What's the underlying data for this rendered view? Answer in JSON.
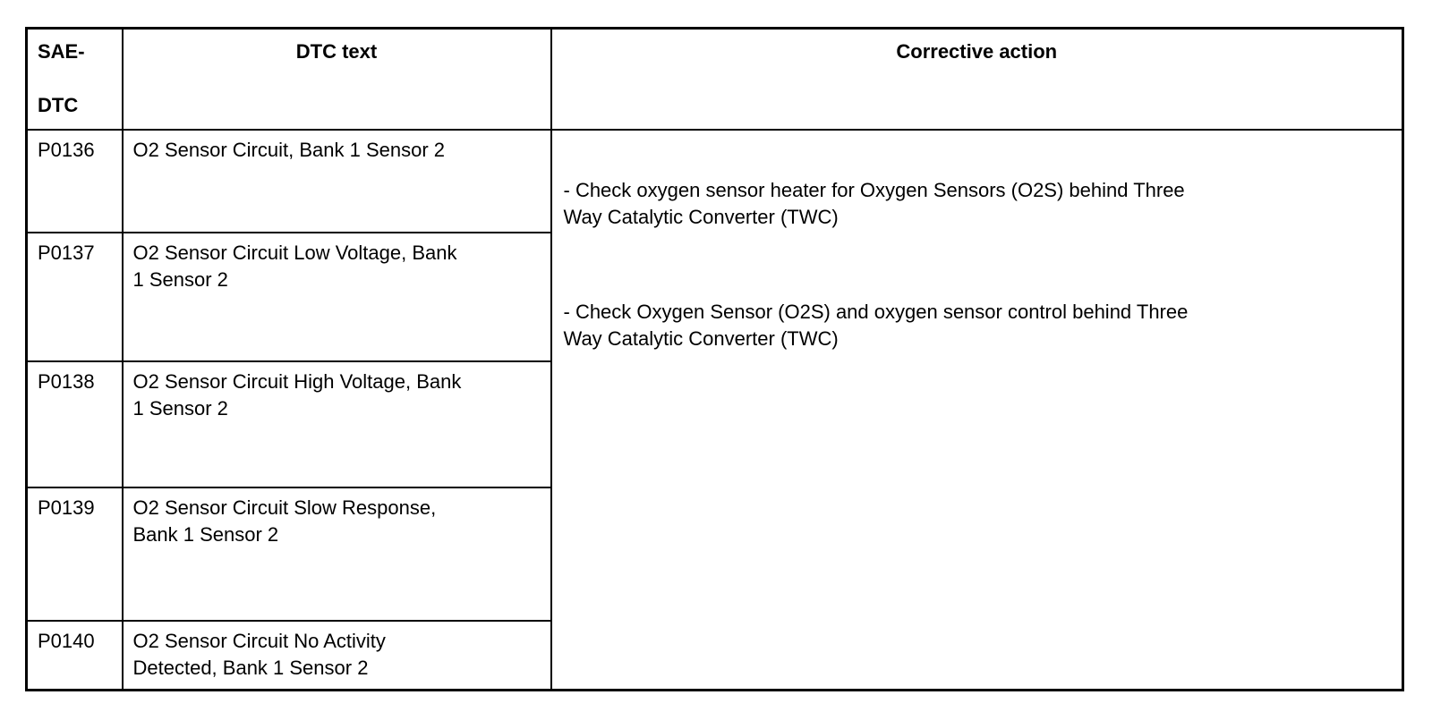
{
  "table": {
    "headers": {
      "sae_dtc": "SAE-\n\nDTC",
      "dtc_text": "DTC text",
      "corrective_action": "Corrective action"
    },
    "rows": [
      {
        "code": "P0136",
        "text": "O2 Sensor Circuit, Bank 1 Sensor 2"
      },
      {
        "code": "P0137",
        "text": "O2 Sensor Circuit Low Voltage, Bank\n1 Sensor 2"
      },
      {
        "code": "P0138",
        "text": "O2 Sensor Circuit High Voltage, Bank\n1 Sensor 2"
      },
      {
        "code": "P0139",
        "text": "O2 Sensor Circuit Slow Response,\nBank 1 Sensor 2"
      },
      {
        "code": "P0140",
        "text": "O2 Sensor Circuit No Activity\nDetected, Bank 1 Sensor 2"
      }
    ],
    "corrective_actions": [
      "- Check oxygen sensor heater for Oxygen Sensors (O2S) behind Three\nWay Catalytic Converter (TWC)",
      "- Check Oxygen Sensor (O2S) and oxygen sensor control behind Three\nWay Catalytic Converter (TWC)"
    ]
  },
  "colors": {
    "border": "#000000",
    "text": "#000000",
    "background": "#ffffff"
  }
}
